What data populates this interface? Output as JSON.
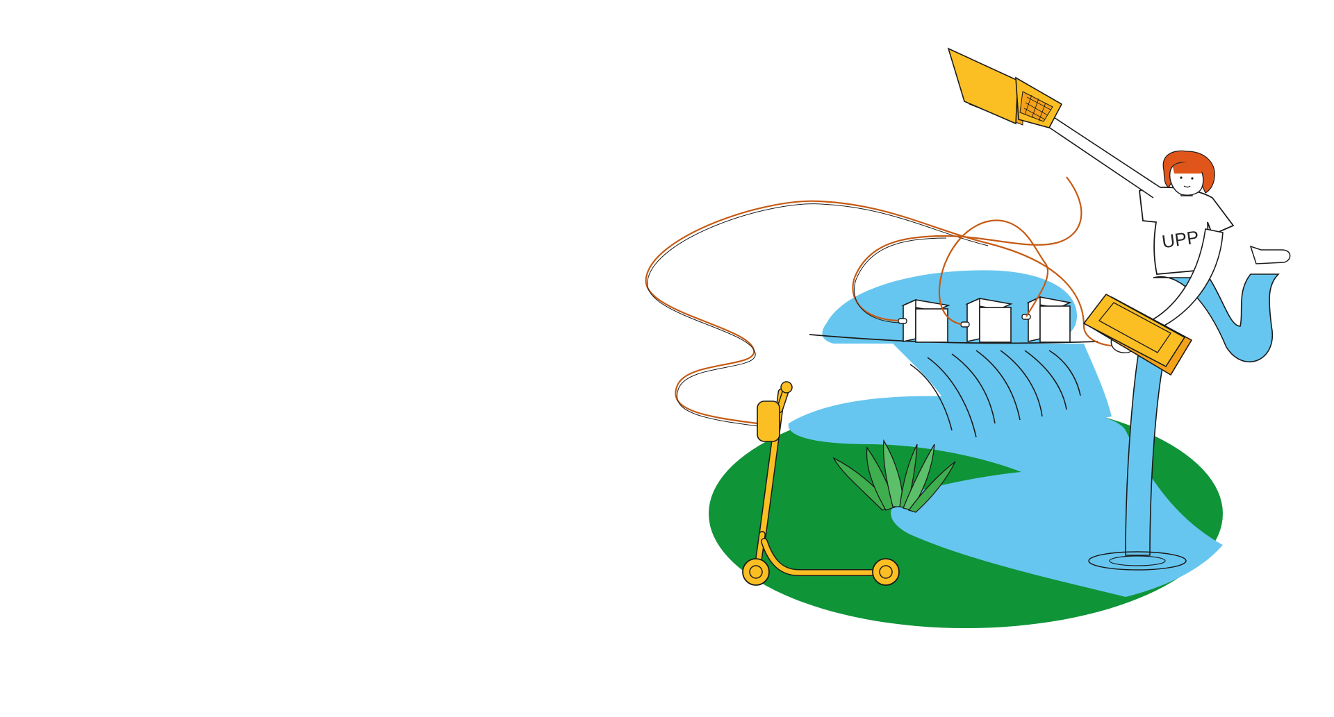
{
  "illustration": {
    "shirt_text": "UPP",
    "colors": {
      "background": "#ffffff",
      "grass": "#0f9438",
      "water": "#67c6ef",
      "yellow": "#fbbf24",
      "yellow_shadow": "#f4a21a",
      "cable": "#c65a12",
      "hair": "#e0561a",
      "outline": "#1a1a1a"
    },
    "objects": [
      "flying-laptop",
      "woman-character",
      "tablet",
      "kick-scooter",
      "servers-on-island",
      "waterfall",
      "river",
      "grass-patch",
      "plant"
    ]
  }
}
